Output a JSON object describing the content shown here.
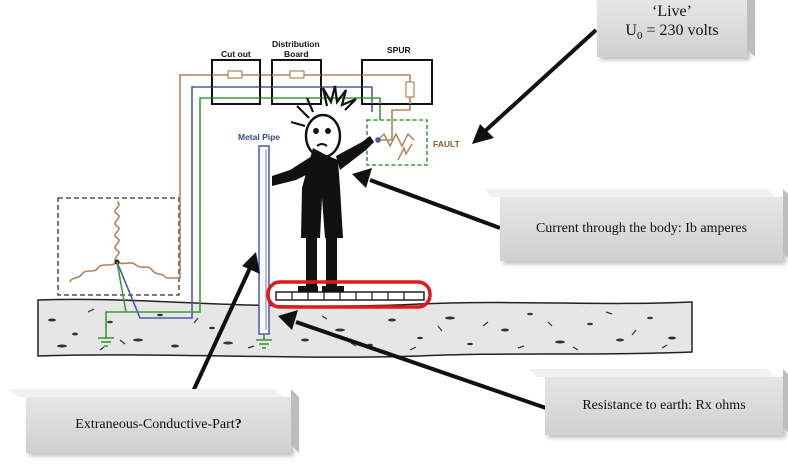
{
  "labels": {
    "cutout": "Cut out",
    "distribution_1": "Distribution",
    "distribution_2": "Board",
    "spur": "SPUR",
    "metal_pipe": "Metal Pipe",
    "fault": "FAULT"
  },
  "callouts": {
    "live_title": "‘Live’",
    "live_u": "U",
    "live_sub": "0",
    "live_value": " = 230 volts",
    "body_current": "Current through the body: Ib amperes",
    "earth_resistance": "Resistance to earth: Rx ohms",
    "ecp_text": "Extraneous-Conductive-Part",
    "ecp_mark": "?"
  },
  "colors": {
    "wire_brown": "#b5835a",
    "wire_blue": "#4a5aa8",
    "wire_green": "#3c9a3c",
    "highlight_red": "#e01a1a",
    "ground": "#e6e6e6"
  }
}
